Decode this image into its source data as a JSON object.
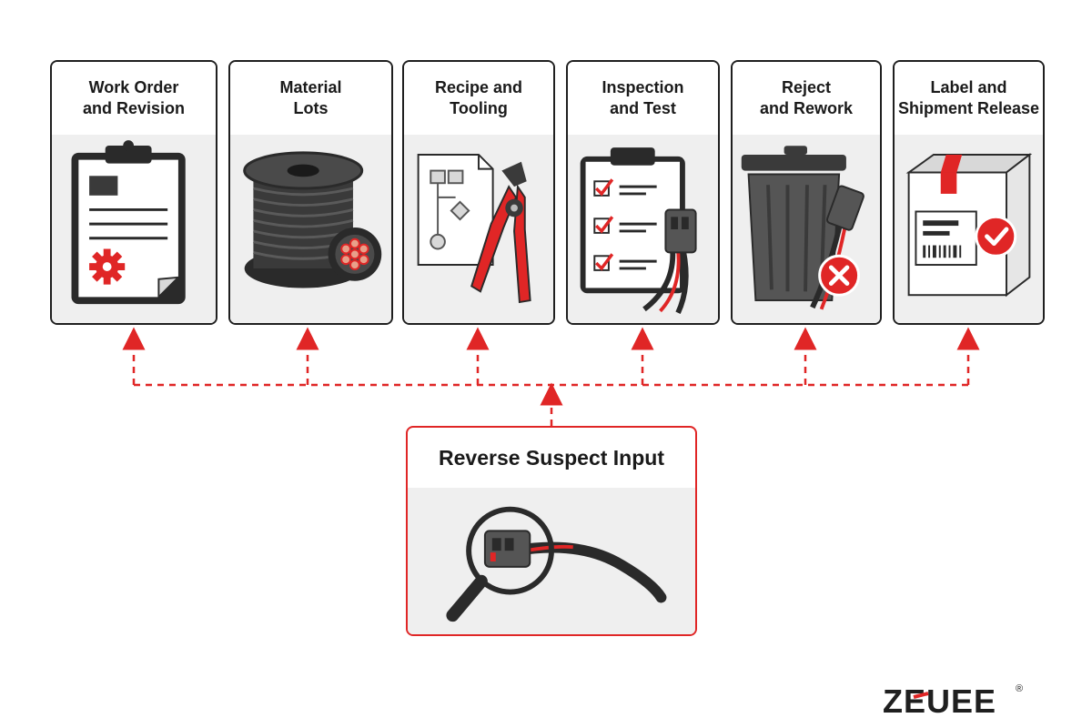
{
  "stages": [
    {
      "line1": "Work Order",
      "line2": "and Revision",
      "icon": "clipboard-gear-icon"
    },
    {
      "line1": "Material",
      "line2": "Lots",
      "icon": "cable-spool-icon"
    },
    {
      "line1": "Recipe and",
      "line2": "Tooling",
      "icon": "crimp-tool-icon"
    },
    {
      "line1": "Inspection",
      "line2": "and Test",
      "icon": "checklist-icon"
    },
    {
      "line1": "Reject",
      "line2": "and Rework",
      "icon": "trash-bin-icon"
    },
    {
      "line1": "Label and",
      "line2": "Shipment Release",
      "icon": "labeled-box-icon"
    }
  ],
  "source": {
    "label": "Reverse Suspect Input",
    "icon": "magnifier-connector-icon"
  },
  "brand": {
    "logo_text": "ZEUEE",
    "registered": "®"
  },
  "colors": {
    "accent": "#e02626",
    "ink": "#1f1f1f",
    "panel": "#efefef"
  }
}
